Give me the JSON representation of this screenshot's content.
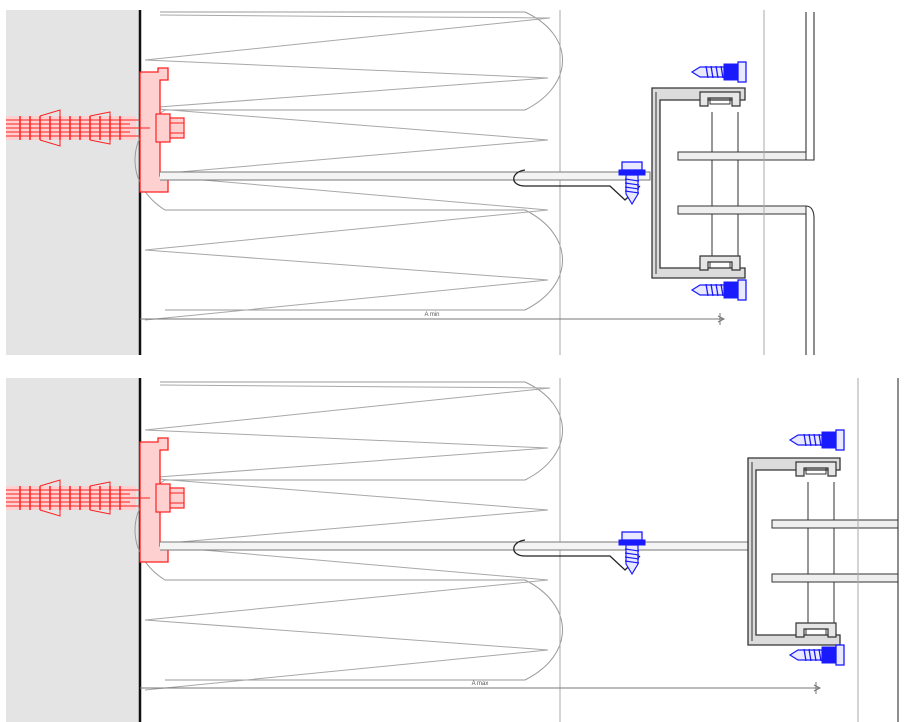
{
  "panels": [
    {
      "id": "top",
      "dimension_label": "A min"
    },
    {
      "id": "bottom",
      "dimension_label": "A max"
    }
  ],
  "colors": {
    "wall": "#e4e4e4",
    "anchor": "#ff2020",
    "anchor_fill": "#ffd0d0",
    "screw": "#1a1aff",
    "insulation": "#9a9a9a",
    "profile": "#333333",
    "dimension": "#777777"
  },
  "icons": {
    "anchor": "wall-anchor-icon",
    "screw": "self-drilling-screw-icon",
    "bracket": "wall-bracket-icon",
    "rail": "support-rail-icon"
  }
}
